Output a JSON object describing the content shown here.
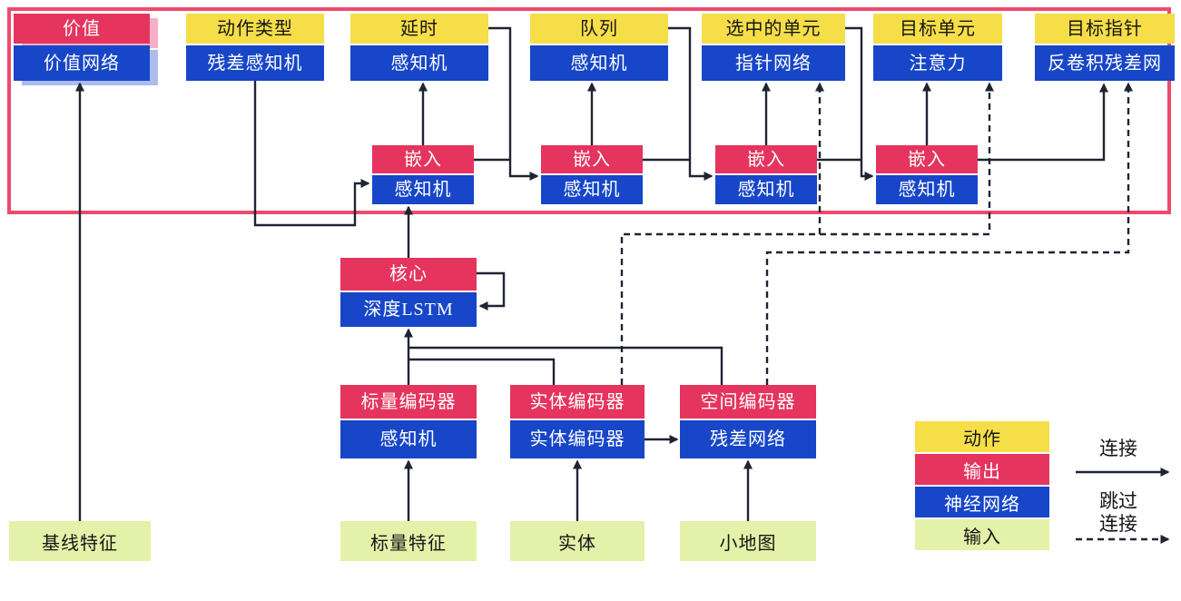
{
  "colors": {
    "action_yellow": "#f6de49",
    "output_crimson": "#e5345e",
    "network_blue": "#1746c8",
    "input_green": "#e4f1a9",
    "outputs_box_border": "#ee4b6c",
    "connector_line": "#1f2433"
  },
  "heads": [
    {
      "top": "价值",
      "bottom": "价值网络"
    },
    {
      "top": "动作类型",
      "bottom": "残差感知机"
    },
    {
      "top": "延时",
      "bottom": "感知机"
    },
    {
      "top": "队列",
      "bottom": "感知机"
    },
    {
      "top": "选中的单元",
      "bottom": "指针网络"
    },
    {
      "top": "目标单元",
      "bottom": "注意力"
    },
    {
      "top": "目标指针",
      "bottom": "反卷积残差网"
    }
  ],
  "embeddings": [
    {
      "top": "嵌入",
      "bottom": "感知机"
    },
    {
      "top": "嵌入",
      "bottom": "感知机"
    },
    {
      "top": "嵌入",
      "bottom": "感知机"
    },
    {
      "top": "嵌入",
      "bottom": "感知机"
    }
  ],
  "core": {
    "top": "核心",
    "bottom": "深度LSTM"
  },
  "encoders": [
    {
      "top": "标量编码器",
      "bottom": "感知机"
    },
    {
      "top": "实体编码器",
      "bottom": "实体编码器"
    },
    {
      "top": "空间编码器",
      "bottom": "残差网络"
    }
  ],
  "inputs": [
    {
      "label": "基线特征"
    },
    {
      "label": "标量特征"
    },
    {
      "label": "实体"
    },
    {
      "label": "小地图"
    }
  ],
  "legend": {
    "items": [
      {
        "label": "动作"
      },
      {
        "label": "输出"
      },
      {
        "label": "神经网络"
      },
      {
        "label": "输入"
      }
    ],
    "solid_connection_label": "连接",
    "skip_connection_label_line1": "跳过",
    "skip_connection_label_line2": "连接"
  }
}
